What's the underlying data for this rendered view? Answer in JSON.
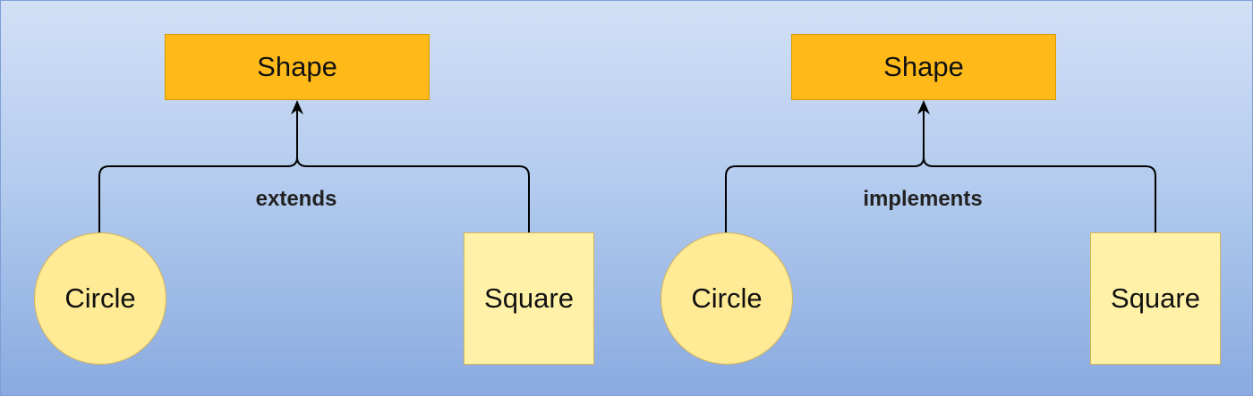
{
  "diagrams": [
    {
      "parent": "Shape",
      "relation": "extends",
      "children": [
        "Circle",
        "Square"
      ]
    },
    {
      "parent": "Shape",
      "relation": "implements",
      "children": [
        "Circle",
        "Square"
      ]
    }
  ],
  "colors": {
    "background_top": "#d2e0f6",
    "background_bottom": "#8aaae0",
    "parent_fill": "#ffba19",
    "parent_border": "#d79b00",
    "circle_fill": "#ffea96",
    "square_fill": "#fff2a8",
    "node_border": "#d6b656",
    "connector": "#000000"
  }
}
